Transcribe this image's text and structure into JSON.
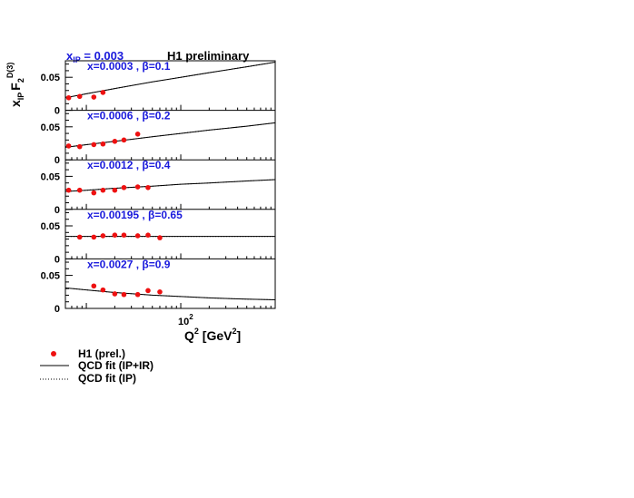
{
  "header": {
    "xip_label": "x",
    "xip_sub": "IP",
    "xip_value": " = 0.003",
    "preliminary": "H1 preliminary"
  },
  "y_axis_title": {
    "x": "x",
    "x_sub": "IP",
    "F": "F",
    "F_sub": "2",
    "F_sup": "D(3)"
  },
  "x_axis_title": {
    "q": "Q",
    "q_sup": "2",
    "unit_open": " [GeV",
    "unit_sup": "2",
    "unit_close": "]"
  },
  "x_tick_label": {
    "base": "10",
    "exp": "2"
  },
  "legend": {
    "data": "H1 (prel.)",
    "fit_ip_ir": "QCD fit (IP+IR)",
    "fit_ip": "QCD fit (IP)"
  },
  "colors": {
    "data_points": "#ee1111",
    "panel_labels": "#1a1adc",
    "axes": "#000000"
  },
  "chart_data": {
    "type": "scatter",
    "xscale": "log",
    "xlim": [
      6,
      1000
    ],
    "ylim": [
      0,
      0.075
    ],
    "ylabel": "x_IP F_2^D(3)",
    "xlabel": "Q^2 [GeV^2]",
    "y_ticks": [
      "0",
      "0.05"
    ],
    "x_tick": 100,
    "panels": [
      {
        "label": "x=0.0003 , β=0.1",
        "points": [
          [
            6.5,
            0.019
          ],
          [
            8.5,
            0.021
          ],
          [
            12,
            0.02
          ],
          [
            15,
            0.027
          ]
        ],
        "errors": [
          0.0015,
          0.0015,
          0.0015,
          0.0015
        ],
        "fit_ip_ir": [
          [
            6,
            0.019
          ],
          [
            10,
            0.025
          ],
          [
            20,
            0.033
          ],
          [
            50,
            0.043
          ],
          [
            100,
            0.05
          ],
          [
            200,
            0.057
          ],
          [
            500,
            0.066
          ],
          [
            1000,
            0.073
          ]
        ],
        "fit_ip": [
          [
            6,
            0.019
          ],
          [
            10,
            0.025
          ],
          [
            20,
            0.033
          ],
          [
            50,
            0.043
          ],
          [
            100,
            0.05
          ],
          [
            200,
            0.057
          ],
          [
            500,
            0.066
          ],
          [
            1000,
            0.073
          ]
        ]
      },
      {
        "label": "x=0.0006 , β=0.2",
        "points": [
          [
            6.5,
            0.021
          ],
          [
            8.5,
            0.02
          ],
          [
            12,
            0.023
          ],
          [
            15,
            0.024
          ],
          [
            20,
            0.028
          ],
          [
            25,
            0.03
          ],
          [
            35,
            0.039
          ]
        ],
        "errors": [
          0.0025,
          0.0015,
          0.0015,
          0.0015,
          0.0015,
          0.0015,
          0.002
        ],
        "fit_ip_ir": [
          [
            6,
            0.019
          ],
          [
            10,
            0.023
          ],
          [
            20,
            0.028
          ],
          [
            50,
            0.035
          ],
          [
            100,
            0.04
          ],
          [
            200,
            0.045
          ],
          [
            500,
            0.051
          ],
          [
            1000,
            0.056
          ]
        ],
        "fit_ip": [
          [
            6,
            0.019
          ],
          [
            10,
            0.023
          ],
          [
            20,
            0.028
          ],
          [
            50,
            0.035
          ],
          [
            100,
            0.04
          ],
          [
            200,
            0.045
          ],
          [
            500,
            0.051
          ],
          [
            1000,
            0.056
          ]
        ]
      },
      {
        "label": "x=0.0012 , β=0.4",
        "points": [
          [
            6.5,
            0.029
          ],
          [
            8.5,
            0.029
          ],
          [
            12,
            0.025
          ],
          [
            15,
            0.029
          ],
          [
            20,
            0.029
          ],
          [
            25,
            0.033
          ],
          [
            35,
            0.034
          ],
          [
            45,
            0.033
          ]
        ],
        "errors": [
          0.0025,
          0.002,
          0.002,
          0.0015,
          0.0015,
          0.0015,
          0.0015,
          0.0015
        ],
        "fit_ip_ir": [
          [
            6,
            0.027
          ],
          [
            10,
            0.029
          ],
          [
            20,
            0.032
          ],
          [
            50,
            0.035
          ],
          [
            100,
            0.038
          ],
          [
            200,
            0.04
          ],
          [
            500,
            0.043
          ],
          [
            1000,
            0.045
          ]
        ],
        "fit_ip": [
          [
            6,
            0.027
          ],
          [
            10,
            0.029
          ],
          [
            20,
            0.032
          ],
          [
            50,
            0.035
          ],
          [
            100,
            0.038
          ],
          [
            200,
            0.04
          ],
          [
            500,
            0.043
          ],
          [
            1000,
            0.045
          ]
        ]
      },
      {
        "label": "x=0.00195 , β=0.65",
        "points": [
          [
            8.5,
            0.033
          ],
          [
            12,
            0.033
          ],
          [
            15,
            0.035
          ],
          [
            20,
            0.036
          ],
          [
            25,
            0.036
          ],
          [
            35,
            0.035
          ],
          [
            45,
            0.036
          ],
          [
            60,
            0.032
          ]
        ],
        "errors": [
          0.0015,
          0.0015,
          0.0015,
          0.0015,
          0.0015,
          0.0015,
          0.0015,
          0.0015
        ],
        "fit_ip_ir": [
          [
            6,
            0.034
          ],
          [
            10,
            0.034
          ],
          [
            20,
            0.034
          ],
          [
            50,
            0.034
          ],
          [
            100,
            0.034
          ],
          [
            200,
            0.034
          ],
          [
            500,
            0.034
          ],
          [
            1000,
            0.034
          ]
        ],
        "fit_ip": [
          [
            6,
            0.034
          ],
          [
            10,
            0.034
          ],
          [
            20,
            0.034
          ],
          [
            50,
            0.034
          ],
          [
            100,
            0.034
          ],
          [
            200,
            0.034
          ],
          [
            500,
            0.034
          ],
          [
            1000,
            0.034
          ]
        ]
      },
      {
        "label": "x=0.0027 , β=0.9",
        "points": [
          [
            12,
            0.034
          ],
          [
            15,
            0.028
          ],
          [
            20,
            0.022
          ],
          [
            25,
            0.021
          ],
          [
            35,
            0.021
          ],
          [
            45,
            0.027
          ],
          [
            60,
            0.025
          ]
        ],
        "errors": [
          0.003,
          0.002,
          0.002,
          0.0015,
          0.0015,
          0.002,
          0.002
        ],
        "fit_ip_ir": [
          [
            6,
            0.031
          ],
          [
            10,
            0.028
          ],
          [
            20,
            0.024
          ],
          [
            50,
            0.02
          ],
          [
            100,
            0.018
          ],
          [
            200,
            0.016
          ],
          [
            500,
            0.014
          ],
          [
            1000,
            0.013
          ]
        ],
        "fit_ip": [
          [
            6,
            0.031
          ],
          [
            10,
            0.028
          ],
          [
            20,
            0.024
          ],
          [
            50,
            0.02
          ],
          [
            100,
            0.018
          ],
          [
            200,
            0.016
          ],
          [
            500,
            0.014
          ],
          [
            1000,
            0.013
          ]
        ]
      }
    ]
  }
}
